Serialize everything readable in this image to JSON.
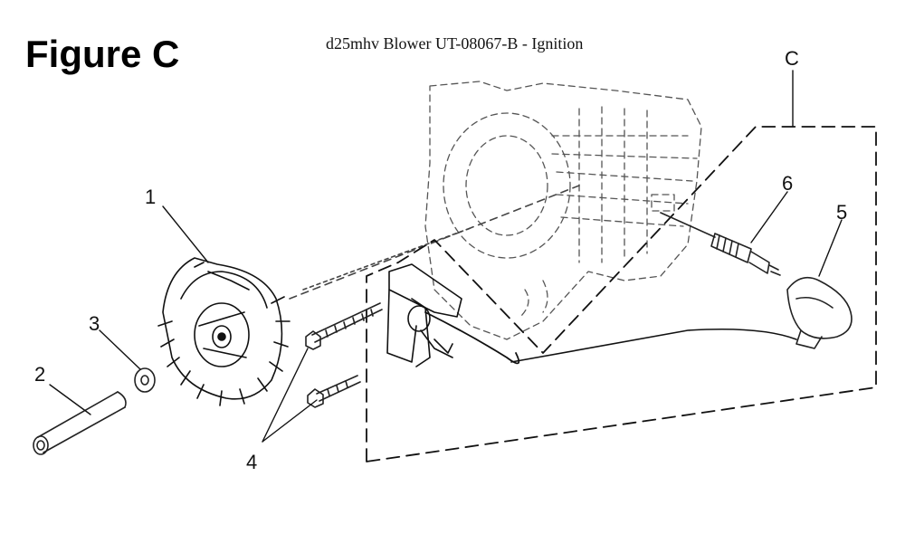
{
  "figure_label": "Figure C",
  "title": "d25mhv Blower UT-08067-B - Ignition",
  "group_label": "C",
  "callouts": [
    "1",
    "2",
    "3",
    "4",
    "5",
    "6"
  ]
}
